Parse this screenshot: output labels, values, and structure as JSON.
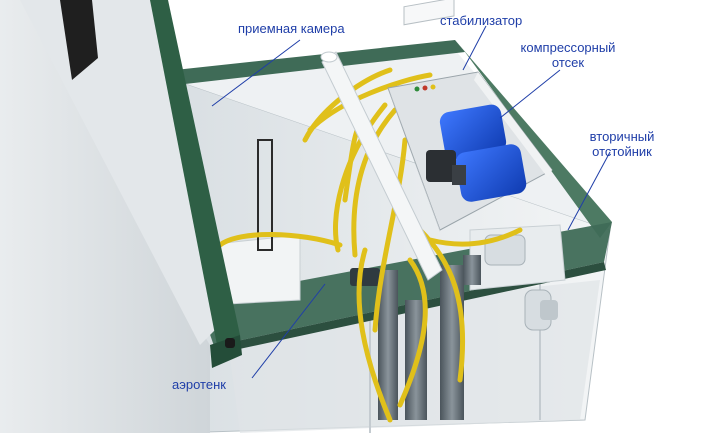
{
  "labels": {
    "receiving_chamber": "приемная камера",
    "stabilizer": "стабилизатор",
    "compressor_line1": "компрессорный",
    "compressor_line2": "отсек",
    "secondary_line1": "вторичный",
    "secondary_line2": "отстойник",
    "aerotank": "аэротенк"
  },
  "colors": {
    "label_text": "#1f3ea8",
    "leader_line": "#1f3ea8",
    "rim_green": "#3f6b57",
    "lid_green": "#2e5f45",
    "tank_wall": "#e6ebee",
    "hose_yellow": "#e0c01a",
    "compressor_blue": "#1e4fd6",
    "pipe_gray": "#5f6b74"
  },
  "icons": {
    "compressor_unit": "compressor-icon",
    "lid_handle": "handle-icon"
  }
}
